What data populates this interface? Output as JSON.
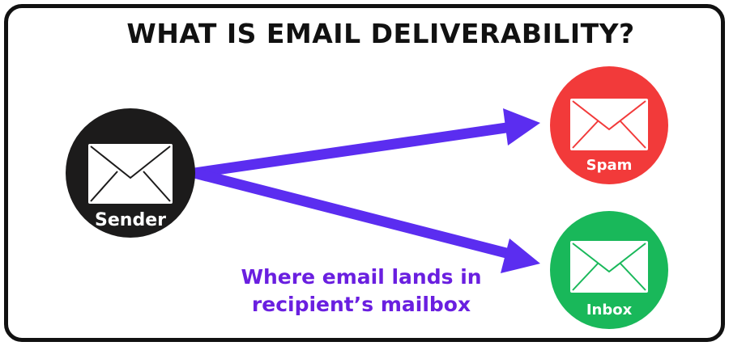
{
  "title": "WHAT IS EMAIL DELIVERABILITY?",
  "caption": {
    "line1": "Where email lands in",
    "line2": "recipient’s mailbox"
  },
  "nodes": {
    "sender": {
      "label": "Sender",
      "color": "#1c1b1b",
      "icon": "envelope-icon"
    },
    "spam": {
      "label": "Spam",
      "color": "#f23a3a",
      "icon": "envelope-icon"
    },
    "inbox": {
      "label": "Inbox",
      "color": "#19b85a",
      "icon": "envelope-icon"
    }
  },
  "colors": {
    "arrow": "#5b2df0",
    "border": "#111111"
  }
}
